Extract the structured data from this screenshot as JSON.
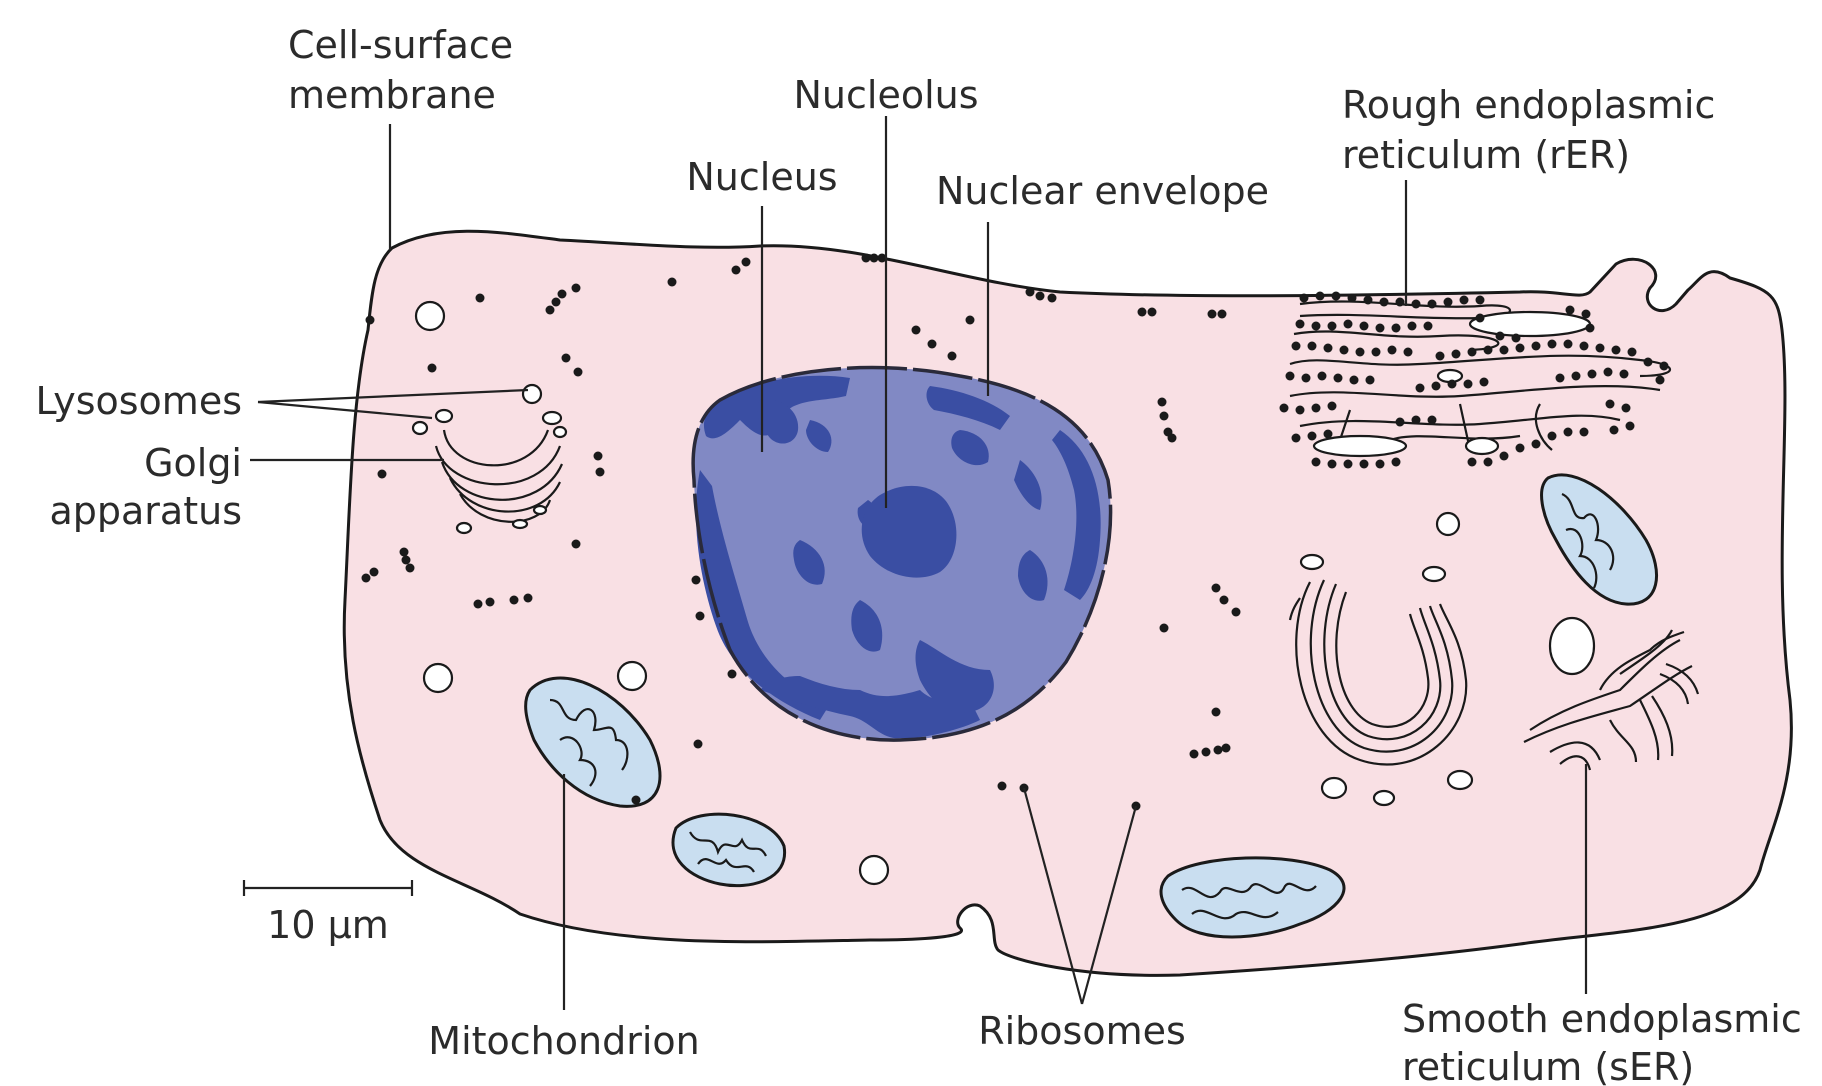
{
  "labels": {
    "cell_surface_membrane_line1": "Cell-surface",
    "cell_surface_membrane_line2": "membrane",
    "nucleolus": "Nucleolus",
    "nucleus": "Nucleus",
    "nuclear_envelope": "Nuclear envelope",
    "rough_er_line1": "Rough endoplasmic",
    "rough_er_line2": "reticulum (rER)",
    "lysosomes": "Lysosomes",
    "golgi_line1": "Golgi",
    "golgi_line2": "apparatus",
    "scale_bar": "10 µm",
    "mitochondrion": "Mitochondrion",
    "ribosomes": "Ribosomes",
    "smooth_er_line1": "Smooth endoplasmic",
    "smooth_er_line2": "reticulum (sER)"
  },
  "colors": {
    "cytoplasm": "#f9e0e4",
    "nucleus_fill": "#8189c4",
    "chromatin": "#3a4ea3",
    "mitochondrion_fill": "#c9def0",
    "outline": "#1a1a1a"
  }
}
